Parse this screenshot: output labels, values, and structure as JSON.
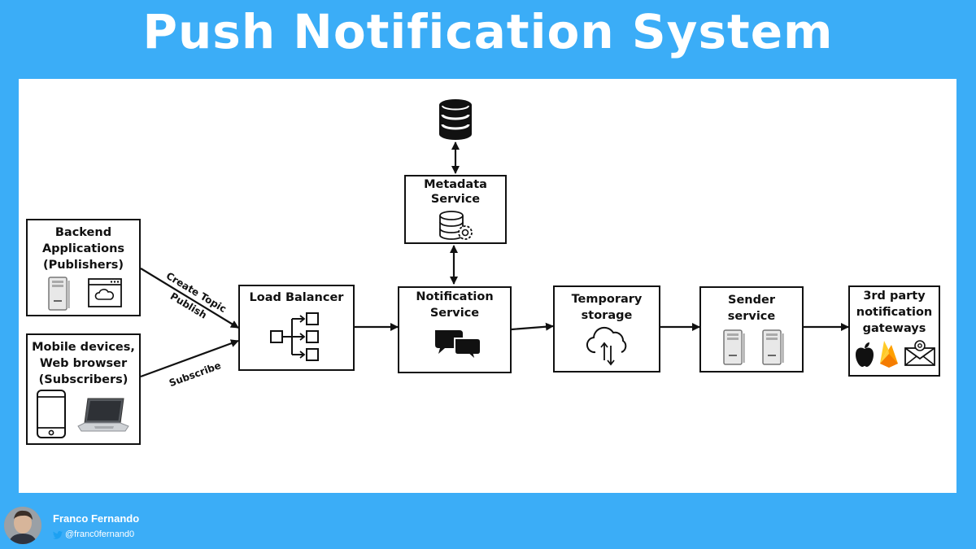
{
  "title": "Push Notification System",
  "nodes": {
    "backend": {
      "line1": "Backend",
      "line2": "Applications",
      "line3": "(Publishers)"
    },
    "mobile": {
      "line1": "Mobile devices,",
      "line2": "Web browser",
      "line3": "(Subscribers)"
    },
    "load_balancer": {
      "line1": "Load Balancer"
    },
    "metadata": {
      "line1": "Metadata",
      "line2": "Service"
    },
    "notification": {
      "line1": "Notification",
      "line2": "Service"
    },
    "temporary": {
      "line1": "Temporary",
      "line2": "storage"
    },
    "sender": {
      "line1": "Sender",
      "line2": "service"
    },
    "gateways": {
      "line1": "3rd party",
      "line2": "notification",
      "line3": "gateways"
    }
  },
  "edges": {
    "create_topic": "Create Topic",
    "publish": "Publish",
    "subscribe": "Subscribe"
  },
  "footer": {
    "author": "Franco Fernando",
    "handle": "@franc0fernand0"
  },
  "colors": {
    "background": "#3badf7",
    "canvas": "#ffffff",
    "stroke": "#111111",
    "firebase_yellow": "#ffca28",
    "firebase_orange": "#f57c00"
  },
  "icons": [
    "database-icon",
    "database-gear-icon",
    "server-tower-icon",
    "cloud-window-icon",
    "smartphone-icon",
    "laptop-icon",
    "hierarchy-icon",
    "chat-bubbles-icon",
    "cloud-sync-icon",
    "apple-logo-icon",
    "firebase-icon",
    "email-icon",
    "twitter-icon",
    "avatar"
  ]
}
